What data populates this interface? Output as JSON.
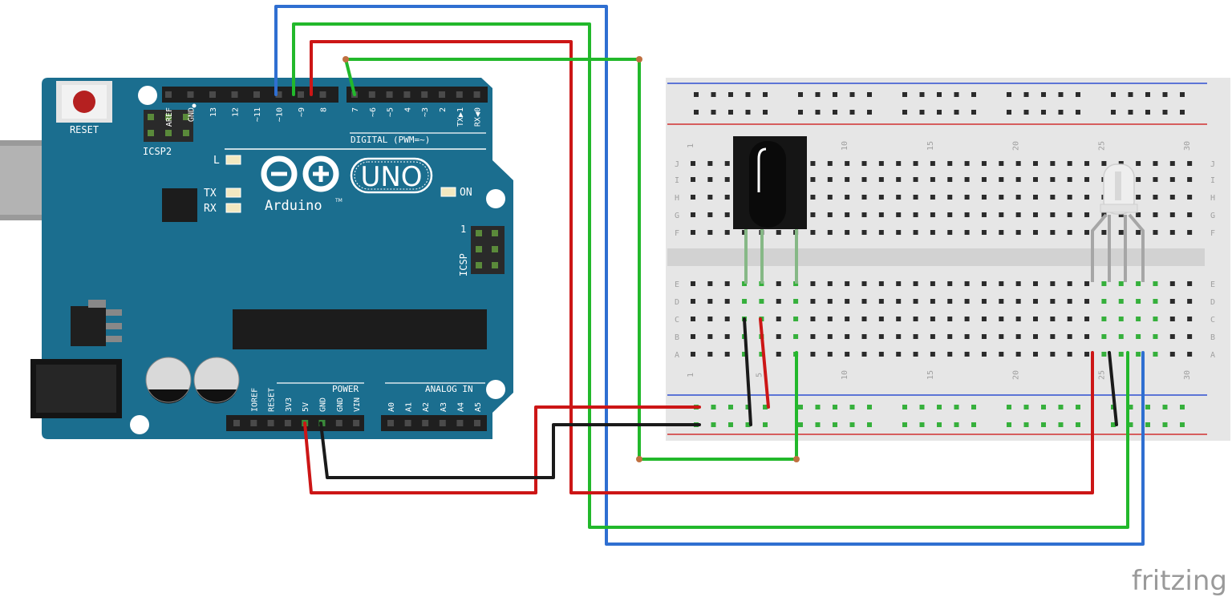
{
  "watermark": "fritzing",
  "arduino": {
    "logo_text": "UNO",
    "brand": "Arduino",
    "tm": "TM",
    "reset_label": "RESET",
    "icsp2_label": "ICSP2",
    "icsp_label": "ICSP",
    "icsp_pin1": "1",
    "digital_label": "DIGITAL (PWM=~)",
    "power_label": "POWER",
    "analog_label": "ANALOG IN",
    "led_l": "L",
    "led_tx": "TX",
    "led_rx": "RX",
    "led_on": "ON",
    "digital_pins_left": [
      "AREF",
      "GND",
      "13",
      "12",
      "~11",
      "~10",
      "~9",
      "8"
    ],
    "digital_pins_right": [
      "7",
      "~6",
      "~5",
      "4",
      "~3",
      "2",
      "TX▶1",
      "RX◀0"
    ],
    "power_pins": [
      "IOREF",
      "RESET",
      "3V3",
      "5V",
      "GND",
      "GND",
      "VIN"
    ],
    "analog_pins": [
      "A0",
      "A1",
      "A2",
      "A3",
      "A4",
      "A5"
    ]
  },
  "breadboard": {
    "row_letters_top": [
      "J",
      "I",
      "H",
      "G",
      "F"
    ],
    "row_letters_bottom": [
      "E",
      "D",
      "C",
      "B",
      "A"
    ],
    "column_numbers": [
      "1",
      "5",
      "10",
      "15",
      "20",
      "25",
      "30"
    ]
  },
  "components": {
    "ir_receiver": "ir-receiver",
    "rgb_led": "rgb-led"
  },
  "colors": {
    "board": "#1b6e8f",
    "red_wire": "#cc1616",
    "green_wire": "#22b82b",
    "blue_wire": "#2f6fd1",
    "black_wire": "#1a1a1a",
    "breadboard": "#e6e6e6"
  },
  "connections": [
    {
      "wire": "blue",
      "from": "~11",
      "to": "rgb-led"
    },
    {
      "wire": "green",
      "from": "~10",
      "to": "rgb-led"
    },
    {
      "wire": "red",
      "from": "~9",
      "to": "rgb-led"
    },
    {
      "wire": "green",
      "from": "7",
      "to": "ir-receiver"
    },
    {
      "wire": "red",
      "from": "5V",
      "to": "power-rail"
    },
    {
      "wire": "black",
      "from": "GND",
      "to": "ground-rail"
    }
  ]
}
